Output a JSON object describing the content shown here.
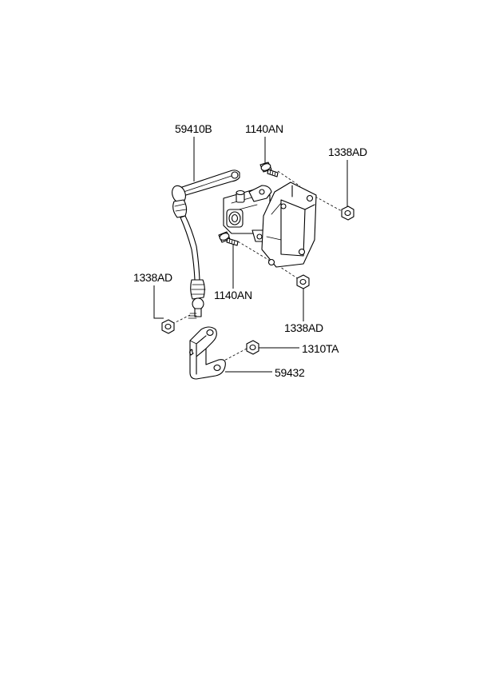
{
  "labels": {
    "sensor_assy": "59410B",
    "bolt_top": "1140AN",
    "nut_top_right": "1338AD",
    "nut_left": "1338AD",
    "bolt_middle": "1140AN",
    "nut_lower_right": "1338AD",
    "nut_bracket": "1310TA",
    "bracket": "59432"
  }
}
